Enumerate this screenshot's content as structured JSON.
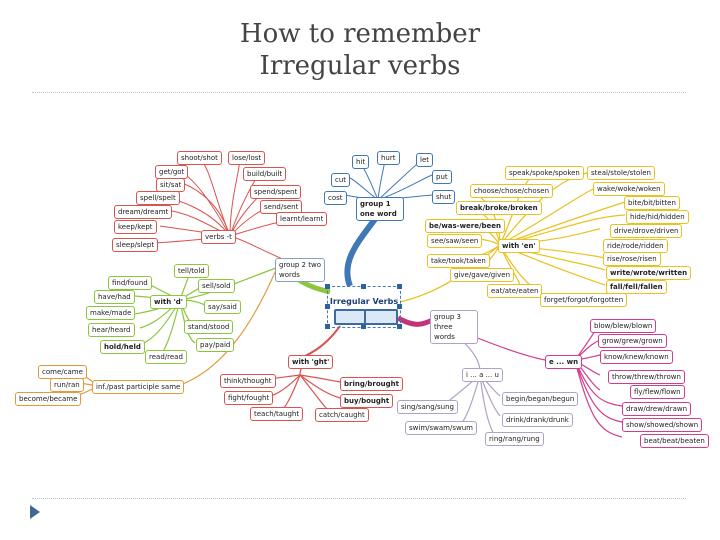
{
  "slide": {
    "title_line1": "How to remember",
    "title_line2": "Irregular verbs"
  },
  "center": {
    "label": "Irregular Verbs"
  },
  "nodes": [
    {
      "id": "n-shoot",
      "text": "shoot/shot",
      "color": "c-red"
    },
    {
      "id": "n-lose",
      "text": "lose/lost",
      "color": "c-red"
    },
    {
      "id": "n-get",
      "text": "get/got",
      "color": "c-red"
    },
    {
      "id": "n-sit",
      "text": "sit/sat",
      "color": "c-red"
    },
    {
      "id": "n-build",
      "text": "build/built",
      "color": "c-red"
    },
    {
      "id": "n-spell",
      "text": "spell/spelt",
      "color": "c-red"
    },
    {
      "id": "n-spend",
      "text": "spend/spent",
      "color": "c-red"
    },
    {
      "id": "n-dream",
      "text": "dream/dreamt",
      "color": "c-red"
    },
    {
      "id": "n-send",
      "text": "send/sent",
      "color": "c-red"
    },
    {
      "id": "n-keep",
      "text": "keep/kept",
      "color": "c-red"
    },
    {
      "id": "n-learnt",
      "text": "learnt/learnt",
      "color": "c-red"
    },
    {
      "id": "n-sleep",
      "text": "sleep/slept",
      "color": "c-red"
    },
    {
      "id": "n-verbs-t",
      "text": "verbs -t",
      "color": "c-red"
    },
    {
      "id": "n-tell",
      "text": "tell/told",
      "color": "c-green"
    },
    {
      "id": "n-find",
      "text": "find/found",
      "color": "c-green"
    },
    {
      "id": "n-sell",
      "text": "sell/sold",
      "color": "c-green"
    },
    {
      "id": "n-have",
      "text": "have/had",
      "color": "c-green"
    },
    {
      "id": "n-with-d",
      "text": "with 'd'",
      "color": "c-green"
    },
    {
      "id": "n-say",
      "text": "say/said",
      "color": "c-green"
    },
    {
      "id": "n-make",
      "text": "make/made",
      "color": "c-green"
    },
    {
      "id": "n-stand",
      "text": "stand/stood",
      "color": "c-green"
    },
    {
      "id": "n-hear",
      "text": "hear/heard",
      "color": "c-green"
    },
    {
      "id": "n-hold",
      "text": "hold/held",
      "color": "c-green"
    },
    {
      "id": "n-pay",
      "text": "pay/paid",
      "color": "c-green"
    },
    {
      "id": "n-read",
      "text": "read/read",
      "color": "c-green"
    },
    {
      "id": "n-come",
      "text": "come/came",
      "color": "c-orange"
    },
    {
      "id": "n-run",
      "text": "run/ran",
      "color": "c-orange"
    },
    {
      "id": "n-become",
      "text": "become/became",
      "color": "c-orange"
    },
    {
      "id": "n-past-pp",
      "text": "inf./past participle same",
      "color": "c-orange"
    },
    {
      "id": "n-group2",
      "text": "group 2 two words",
      "color": "c-grey"
    },
    {
      "id": "n-hit",
      "text": "hit",
      "color": "c-blue"
    },
    {
      "id": "n-hurt",
      "text": "hurt",
      "color": "c-blue"
    },
    {
      "id": "n-let",
      "text": "let",
      "color": "c-blue"
    },
    {
      "id": "n-cut",
      "text": "cut",
      "color": "c-blue"
    },
    {
      "id": "n-put",
      "text": "put",
      "color": "c-blue"
    },
    {
      "id": "n-cost",
      "text": "cost",
      "color": "c-blue"
    },
    {
      "id": "n-shut",
      "text": "shut",
      "color": "c-blue"
    },
    {
      "id": "n-group1",
      "text": "group 1 one word",
      "color": "c-blue"
    },
    {
      "id": "n-speak",
      "text": "speak/spoke/spoken",
      "color": "c-yellow"
    },
    {
      "id": "n-steal",
      "text": "steal/stole/stolen",
      "color": "c-yellow"
    },
    {
      "id": "n-choose",
      "text": "choose/chose/chosen",
      "color": "c-yellow"
    },
    {
      "id": "n-wake",
      "text": "wake/woke/woken",
      "color": "c-yellow"
    },
    {
      "id": "n-break",
      "text": "break/broke/broken",
      "color": "c-yellow"
    },
    {
      "id": "n-bite",
      "text": "bite/bit/bitten",
      "color": "c-yellow"
    },
    {
      "id": "n-be",
      "text": "be/was-were/been",
      "color": "c-yellow"
    },
    {
      "id": "n-hide",
      "text": "hide/hid/hidden",
      "color": "c-yellow"
    },
    {
      "id": "n-see",
      "text": "see/saw/seen",
      "color": "c-yellow"
    },
    {
      "id": "n-drive",
      "text": "drive/drove/driven",
      "color": "c-yellow"
    },
    {
      "id": "n-with-en",
      "text": "with 'en'",
      "color": "c-yellow"
    },
    {
      "id": "n-ride",
      "text": "ride/rode/ridden",
      "color": "c-yellow"
    },
    {
      "id": "n-take",
      "text": "take/took/taken",
      "color": "c-yellow"
    },
    {
      "id": "n-rise",
      "text": "rise/rose/risen",
      "color": "c-yellow"
    },
    {
      "id": "n-give",
      "text": "give/gave/given",
      "color": "c-yellow"
    },
    {
      "id": "n-write",
      "text": "write/wrote/written",
      "color": "c-yellow"
    },
    {
      "id": "n-eat",
      "text": "eat/ate/eaten",
      "color": "c-yellow"
    },
    {
      "id": "n-fall",
      "text": "fall/fell/fallen",
      "color": "c-yellow"
    },
    {
      "id": "n-forget",
      "text": "forget/forgot/forgotten",
      "color": "c-yellow"
    },
    {
      "id": "n-group3",
      "text": "group 3 three words",
      "color": "c-purple"
    },
    {
      "id": "n-blow",
      "text": "blow/blew/blown",
      "color": "c-magenta"
    },
    {
      "id": "n-grow",
      "text": "grow/grew/grown",
      "color": "c-magenta"
    },
    {
      "id": "n-e-wn",
      "text": "e ... wn",
      "color": "c-magenta"
    },
    {
      "id": "n-know",
      "text": "know/knew/known",
      "color": "c-magenta"
    },
    {
      "id": "n-throw",
      "text": "throw/threw/thrown",
      "color": "c-magenta"
    },
    {
      "id": "n-fly",
      "text": "fly/flew/flown",
      "color": "c-magenta"
    },
    {
      "id": "n-draw",
      "text": "draw/drew/drawn",
      "color": "c-magenta"
    },
    {
      "id": "n-show",
      "text": "show/showed/shown",
      "color": "c-magenta"
    },
    {
      "id": "n-beat",
      "text": "beat/beat/beaten",
      "color": "c-magenta"
    },
    {
      "id": "n-i-a-u",
      "text": "i ... a ... u",
      "color": "c-purple"
    },
    {
      "id": "n-begin",
      "text": "begin/began/begun",
      "color": "c-purple"
    },
    {
      "id": "n-sing",
      "text": "sing/sang/sung",
      "color": "c-purple"
    },
    {
      "id": "n-drink",
      "text": "drink/drank/drunk",
      "color": "c-purple"
    },
    {
      "id": "n-swim",
      "text": "swim/swam/swum",
      "color": "c-purple"
    },
    {
      "id": "n-ring",
      "text": "ring/rang/rung",
      "color": "c-purple"
    },
    {
      "id": "n-with-ght",
      "text": "with 'ght'",
      "color": "c-red"
    },
    {
      "id": "n-think",
      "text": "think/thought",
      "color": "c-red"
    },
    {
      "id": "n-bring",
      "text": "bring/brought",
      "color": "c-red"
    },
    {
      "id": "n-fight",
      "text": "fight/fought",
      "color": "c-red"
    },
    {
      "id": "n-buy",
      "text": "buy/bought",
      "color": "c-red"
    },
    {
      "id": "n-teach",
      "text": "teach/taught",
      "color": "c-red"
    },
    {
      "id": "n-catch",
      "text": "catch/caught",
      "color": "c-red"
    }
  ]
}
